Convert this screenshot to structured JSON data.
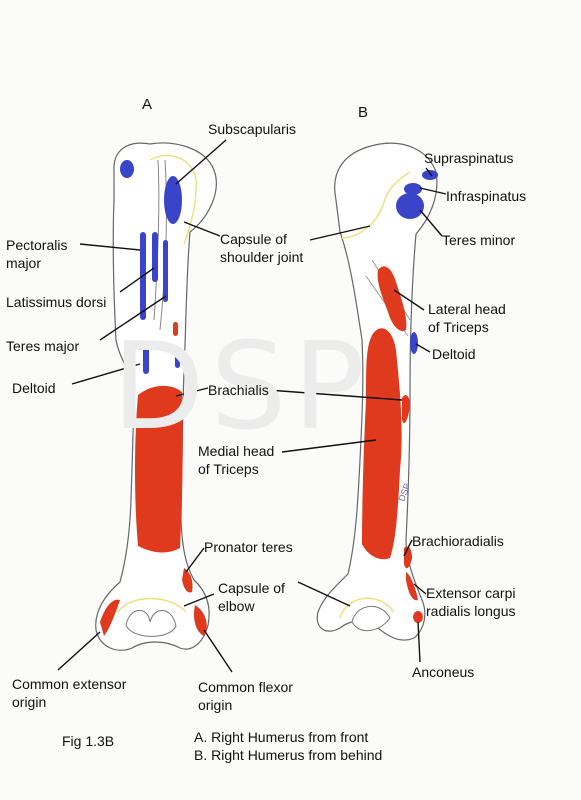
{
  "panels": {
    "a": "A",
    "b": "B"
  },
  "watermark": "DSP",
  "signature": "DSP",
  "labels": {
    "subscapularis": "Subscapularis",
    "pectoralis_major_1": "Pectoralis",
    "pectoralis_major_2": "major",
    "latissimus_dorsi": "Latissimus dorsi",
    "teres_major": "Teres major",
    "deltoid_a": "Deltoid",
    "capsule_shoulder_1": "Capsule of",
    "capsule_shoulder_2": "shoulder joint",
    "brachialis": "Brachialis",
    "medial_head_1": "Medial head",
    "medial_head_2": "of Triceps",
    "pronator_teres": "Pronator teres",
    "capsule_elbow_1": "Capsule of",
    "capsule_elbow_2": "elbow",
    "common_extensor_1": "Common extensor",
    "common_extensor_2": "origin",
    "common_flexor_1": "Common flexor",
    "common_flexor_2": "origin",
    "supraspinatus": "Supraspinatus",
    "infraspinatus": "Infraspinatus",
    "teres_minor": "Teres minor",
    "lateral_head_1": "Lateral head",
    "lateral_head_2": "of Triceps",
    "deltoid_b": "Deltoid",
    "brachioradialis": "Brachioradialis",
    "extensor_carpi_1": "Extensor carpi",
    "extensor_carpi_2": "radialis longus",
    "anconeus": "Anconeus"
  },
  "caption": {
    "fig": "Fig 1.3B",
    "line_a": "A. Right Humerus from front",
    "line_b": "B. Right Humerus from behind"
  },
  "colors": {
    "muscle_origin": "#e03a1e",
    "muscle_insertion": "#3a44c8",
    "capsule": "#e6e27a",
    "outline": "#555555"
  }
}
